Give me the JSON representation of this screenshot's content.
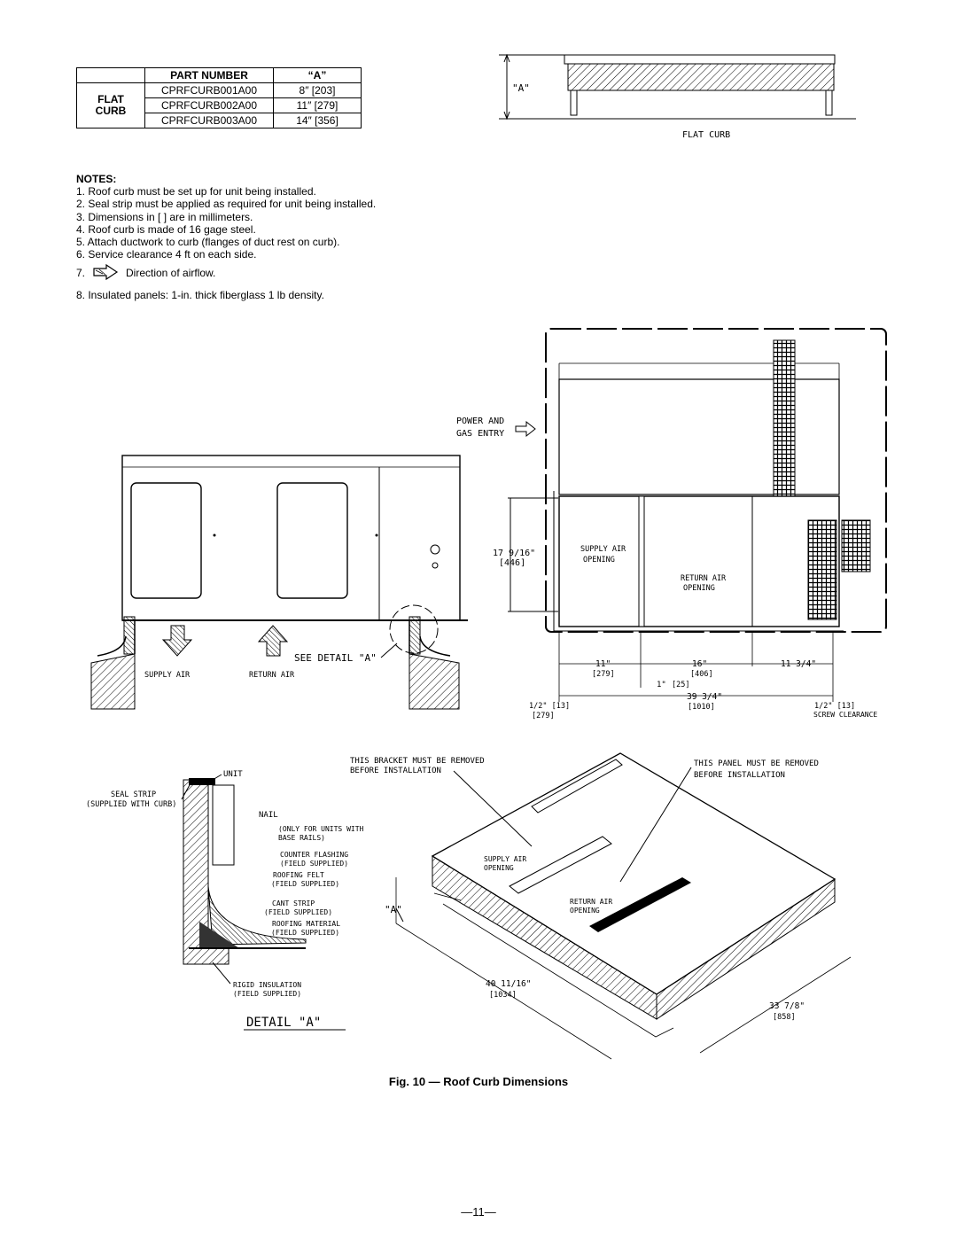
{
  "table": {
    "header_part_number": "PART NUMBER",
    "header_a": "“A”",
    "group_label_1": "FLAT",
    "group_label_2": "CURB",
    "rows": [
      {
        "part": "CPRFCURB001A00",
        "a": "8″ [203]"
      },
      {
        "part": "CPRFCURB002A00",
        "a": "11″ [279]"
      },
      {
        "part": "CPRFCURB003A00",
        "a": "14″ [356]"
      }
    ]
  },
  "notes": {
    "title": "NOTES:",
    "items": [
      "1.  Roof curb must be set up for unit being installed.",
      "2.  Seal strip must be applied as required for unit being installed.",
      "3.  Dimensions in [    ] are in millimeters.",
      "4.  Roof curb is made of 16 gage steel.",
      "5.  Attach ductwork to curb (flanges of duct rest on curb).",
      "6.  Service clearance 4 ft on each side.",
      "7.",
      "Direction of airflow.",
      "8.  Insulated panels: 1-in. thick fiberglass 1 lb density."
    ]
  },
  "flat_curb": {
    "dim_label": "\"A\"",
    "caption": "FLAT CURB"
  },
  "elevation": {
    "supply_air": "SUPPLY AIR",
    "return_air": "RETURN AIR",
    "see_detail": "SEE DETAIL \"A\""
  },
  "plan": {
    "power_gas_1": "POWER AND",
    "power_gas_2": "GAS ENTRY",
    "height_in": "17 9/16\"",
    "height_mm": "[446]",
    "supply_1": "SUPPLY AIR",
    "supply_2": "OPENING",
    "return_1": "RETURN AIR",
    "return_2": "OPENING",
    "d_11": "11\"",
    "d_279": "[279]",
    "d_16": "16\"",
    "d_406": "[406]",
    "d_1": "1\"",
    "d_25": "[25]",
    "d_11_34": "11 3/4\"",
    "d_39": "39 3/4\"",
    "d_1010": "[1010]",
    "d_half_left": "1/2\"  [13]",
    "d_279b": "[279]",
    "d_half_right": "1/2\"  [13]",
    "screw": "SCREW CLEARANCE"
  },
  "detail": {
    "unit": "UNIT",
    "seal_1": "SEAL STRIP",
    "seal_2": "(SUPPLIED WITH CURB)",
    "nail": "NAIL",
    "only_1": "(ONLY FOR UNITS WITH",
    "only_2": "BASE RAILS)",
    "counter_1": "COUNTER FLASHING",
    "counter_2": "(FIELD SUPPLIED)",
    "felt_1": "ROOFING FELT",
    "felt_2": "(FIELD SUPPLIED)",
    "cant_1": "CANT STRIP",
    "cant_2": "(FIELD SUPPLIED)",
    "mat_1": "ROOFING MATERIAL",
    "mat_2": "(FIELD SUPPLIED)",
    "rigid_1": "RIGID INSULATION",
    "rigid_2": "(FIELD SUPPLIED)",
    "title": "DETAIL \"A\""
  },
  "iso": {
    "bracket_1": "THIS BRACKET MUST BE REMOVED",
    "bracket_2": "BEFORE INSTALLATION",
    "panel_1": "THIS PANEL MUST BE REMOVED",
    "panel_2": "BEFORE INSTALLATION",
    "supply_1": "SUPPLY AIR",
    "supply_2": "OPENING",
    "return_1": "RETURN AIR",
    "return_2": "OPENING",
    "a_label": "\"A\"",
    "d_40": "40 11/16\"",
    "d_1034": "[1034]",
    "d_33": "33 7/8\"",
    "d_858": "[858]"
  },
  "caption": "Fig. 10 — Roof Curb Dimensions",
  "page_number": "—11—"
}
